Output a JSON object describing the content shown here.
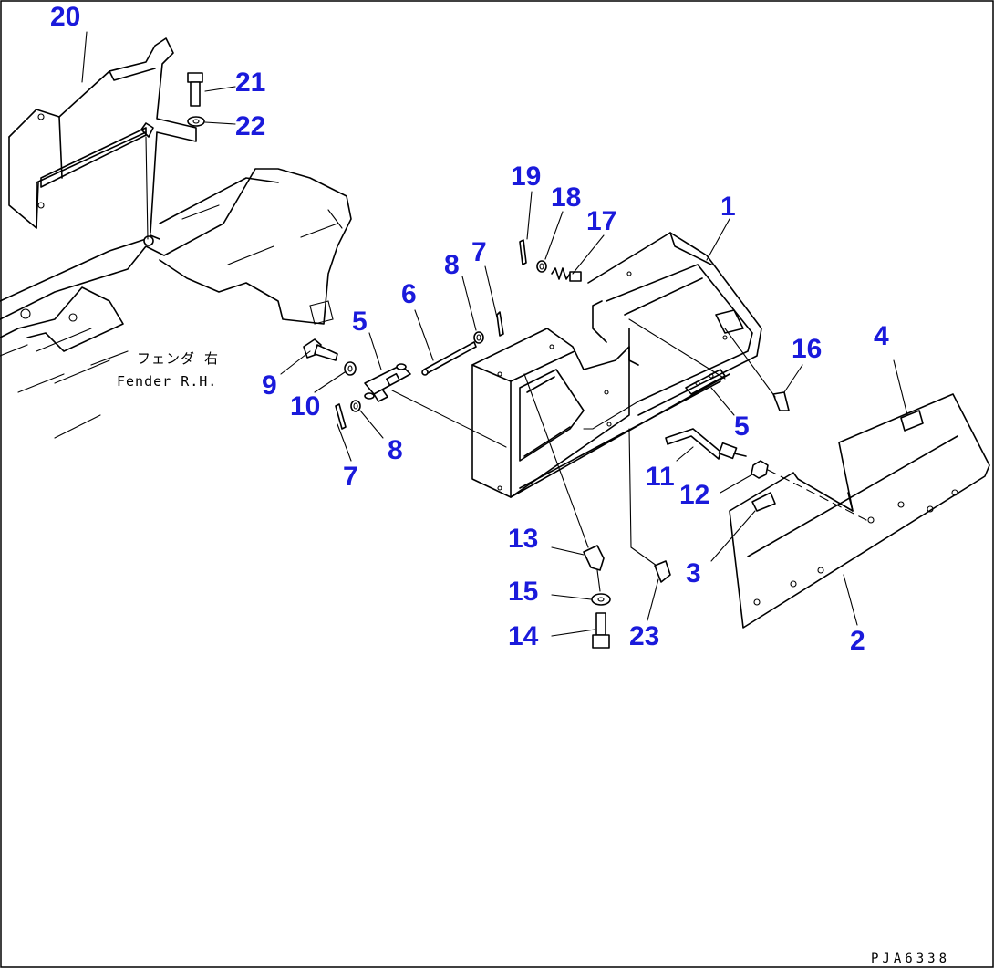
{
  "drawing": {
    "reference_code": "PJA6338",
    "fender_label_jp": "フェンダ  右",
    "fender_label_en": "Fender R.H."
  },
  "callouts": [
    {
      "id": "c1",
      "label": "1"
    },
    {
      "id": "c2",
      "label": "2"
    },
    {
      "id": "c3",
      "label": "3"
    },
    {
      "id": "c4",
      "label": "4"
    },
    {
      "id": "c5a",
      "label": "5"
    },
    {
      "id": "c5b",
      "label": "5"
    },
    {
      "id": "c6",
      "label": "6"
    },
    {
      "id": "c7a",
      "label": "7"
    },
    {
      "id": "c7b",
      "label": "7"
    },
    {
      "id": "c8a",
      "label": "8"
    },
    {
      "id": "c8b",
      "label": "8"
    },
    {
      "id": "c9",
      "label": "9"
    },
    {
      "id": "c10",
      "label": "10"
    },
    {
      "id": "c11",
      "label": "11"
    },
    {
      "id": "c12",
      "label": "12"
    },
    {
      "id": "c13",
      "label": "13"
    },
    {
      "id": "c14",
      "label": "14"
    },
    {
      "id": "c15",
      "label": "15"
    },
    {
      "id": "c16",
      "label": "16"
    },
    {
      "id": "c17",
      "label": "17"
    },
    {
      "id": "c18",
      "label": "18"
    },
    {
      "id": "c19",
      "label": "19"
    },
    {
      "id": "c20",
      "label": "20"
    },
    {
      "id": "c21",
      "label": "21"
    },
    {
      "id": "c22",
      "label": "22"
    },
    {
      "id": "c23",
      "label": "23"
    }
  ]
}
